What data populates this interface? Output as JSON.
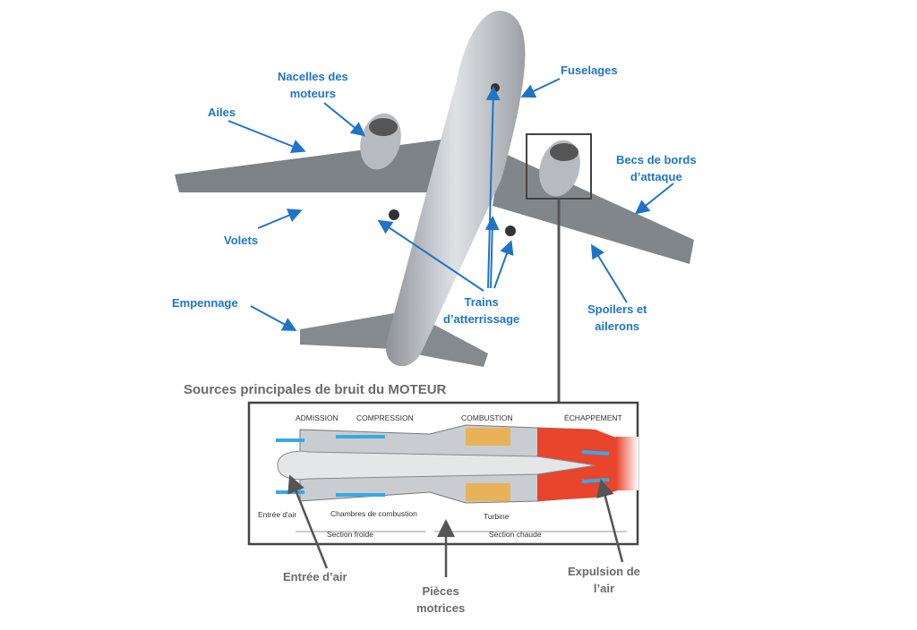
{
  "aircraft_labels": {
    "nacelles": [
      "Nacelles des",
      "moteurs"
    ],
    "fuselages": "Fuselages",
    "ailes": "Ailes",
    "becs": [
      "Becs de bords",
      "d’attaque"
    ],
    "volets": "Volets",
    "trains": [
      "Trains",
      "d’atterrissage"
    ],
    "spoilers": [
      "Spoilers et",
      "ailerons"
    ],
    "empennage": "Empennage"
  },
  "engine": {
    "title": "Sources principales de bruit du MOTEUR",
    "stages": [
      "ADMISSION",
      "COMPRESSION",
      "COMBUSTION",
      "ÉCHAPPEMENT"
    ],
    "parts": {
      "entree": "Entrée d'air",
      "chambres": "Chambres de combustion",
      "turbine": "Turbine"
    },
    "sections": [
      "Section froide",
      "Section chaude"
    ]
  },
  "bottom_labels": {
    "entree": "Entrée d’air",
    "pieces": [
      "Pièces",
      "motrices"
    ],
    "expulsion": [
      "Expulsion de",
      "l’air"
    ]
  },
  "colors": {
    "label_blue": "#1f74c8",
    "label_gray": "#6a6a6a"
  }
}
